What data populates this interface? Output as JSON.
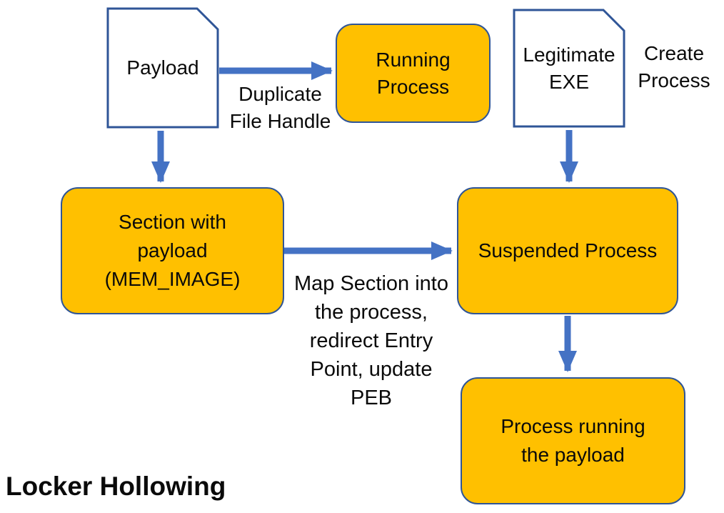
{
  "title": "Locker Hollowing",
  "colors": {
    "node_fill": "#FFC000",
    "node_border": "#2F5597",
    "arrow": "#4472C4",
    "text": "#0a0a0a"
  },
  "nodes": {
    "payload": {
      "label": "Payload",
      "shape": "document"
    },
    "running_process": {
      "label": "Running\nProcess",
      "shape": "rounded-rect"
    },
    "legitimate_exe": {
      "label": "Legitimate\nEXE",
      "shape": "document"
    },
    "section_with_payload": {
      "label": "Section with\npayload\n(MEM_IMAGE)",
      "shape": "rounded-rect"
    },
    "suspended_process": {
      "label": "Suspended Process",
      "shape": "rounded-rect"
    },
    "process_running_payload": {
      "label": "Process running\nthe payload",
      "shape": "rounded-rect"
    }
  },
  "edge_labels": {
    "duplicate_file_handle": "Duplicate\nFile Handle",
    "create_process": "Create\nProcess",
    "map_section": "Map Section into\nthe process,\nredirect Entry\nPoint, update\nPEB"
  }
}
